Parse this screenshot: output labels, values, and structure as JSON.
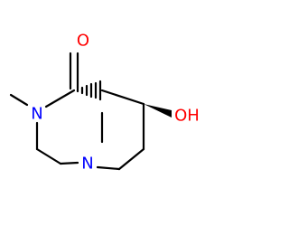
{
  "molecule": {
    "atoms": {
      "oxygen_carbonyl": {
        "text": "O",
        "color": "#ff0000"
      },
      "nitrogen_amide": {
        "text": "N",
        "color": "#0000ff"
      },
      "nitrogen_ring": {
        "text": "N",
        "color": "#0000ff"
      },
      "hydroxyl": {
        "text": "OH",
        "color": "#ff0000"
      }
    },
    "bond_color": "#000000",
    "background": "#ffffff"
  }
}
